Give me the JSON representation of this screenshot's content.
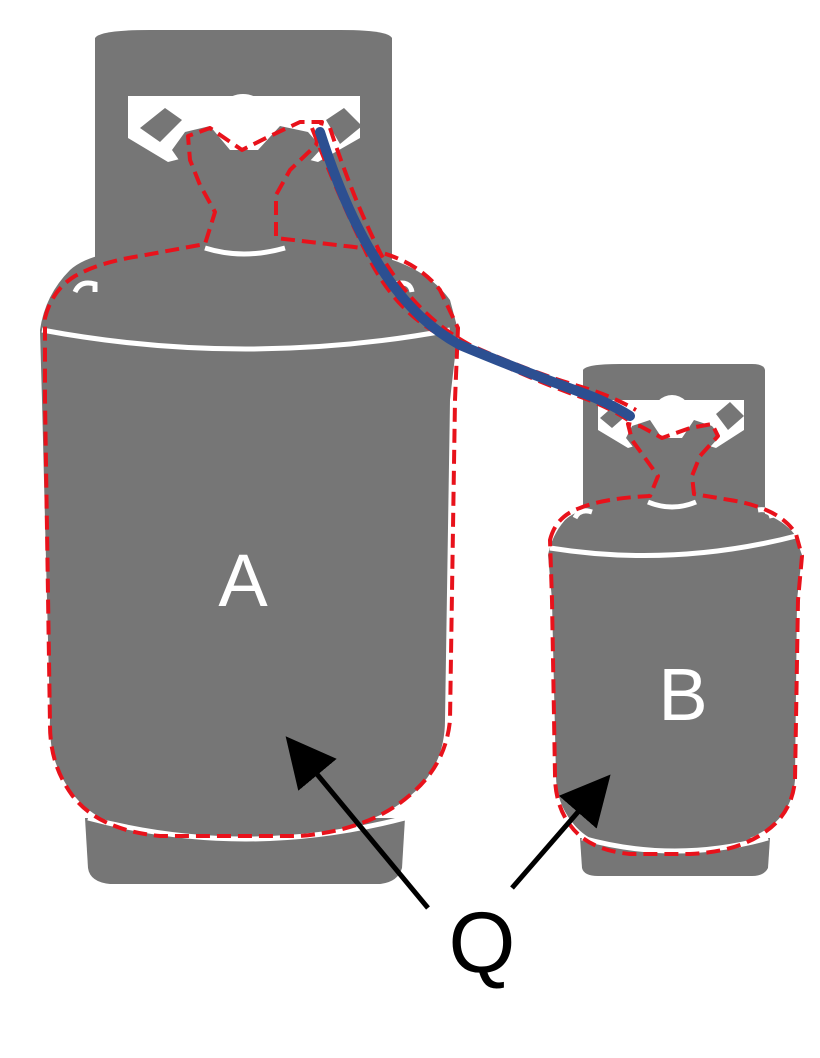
{
  "labels": {
    "tank_a": "A",
    "tank_b": "B",
    "annotation": "Q"
  },
  "colors": {
    "tank_fill": "#767676",
    "tank_highlight": "#ffffff",
    "boundary_outline": "#e8121b",
    "hose": "#2c4f91",
    "arrow": "#000000"
  },
  "icons": {
    "tank_a": "gas-cylinder-icon",
    "tank_b": "gas-cylinder-icon"
  }
}
